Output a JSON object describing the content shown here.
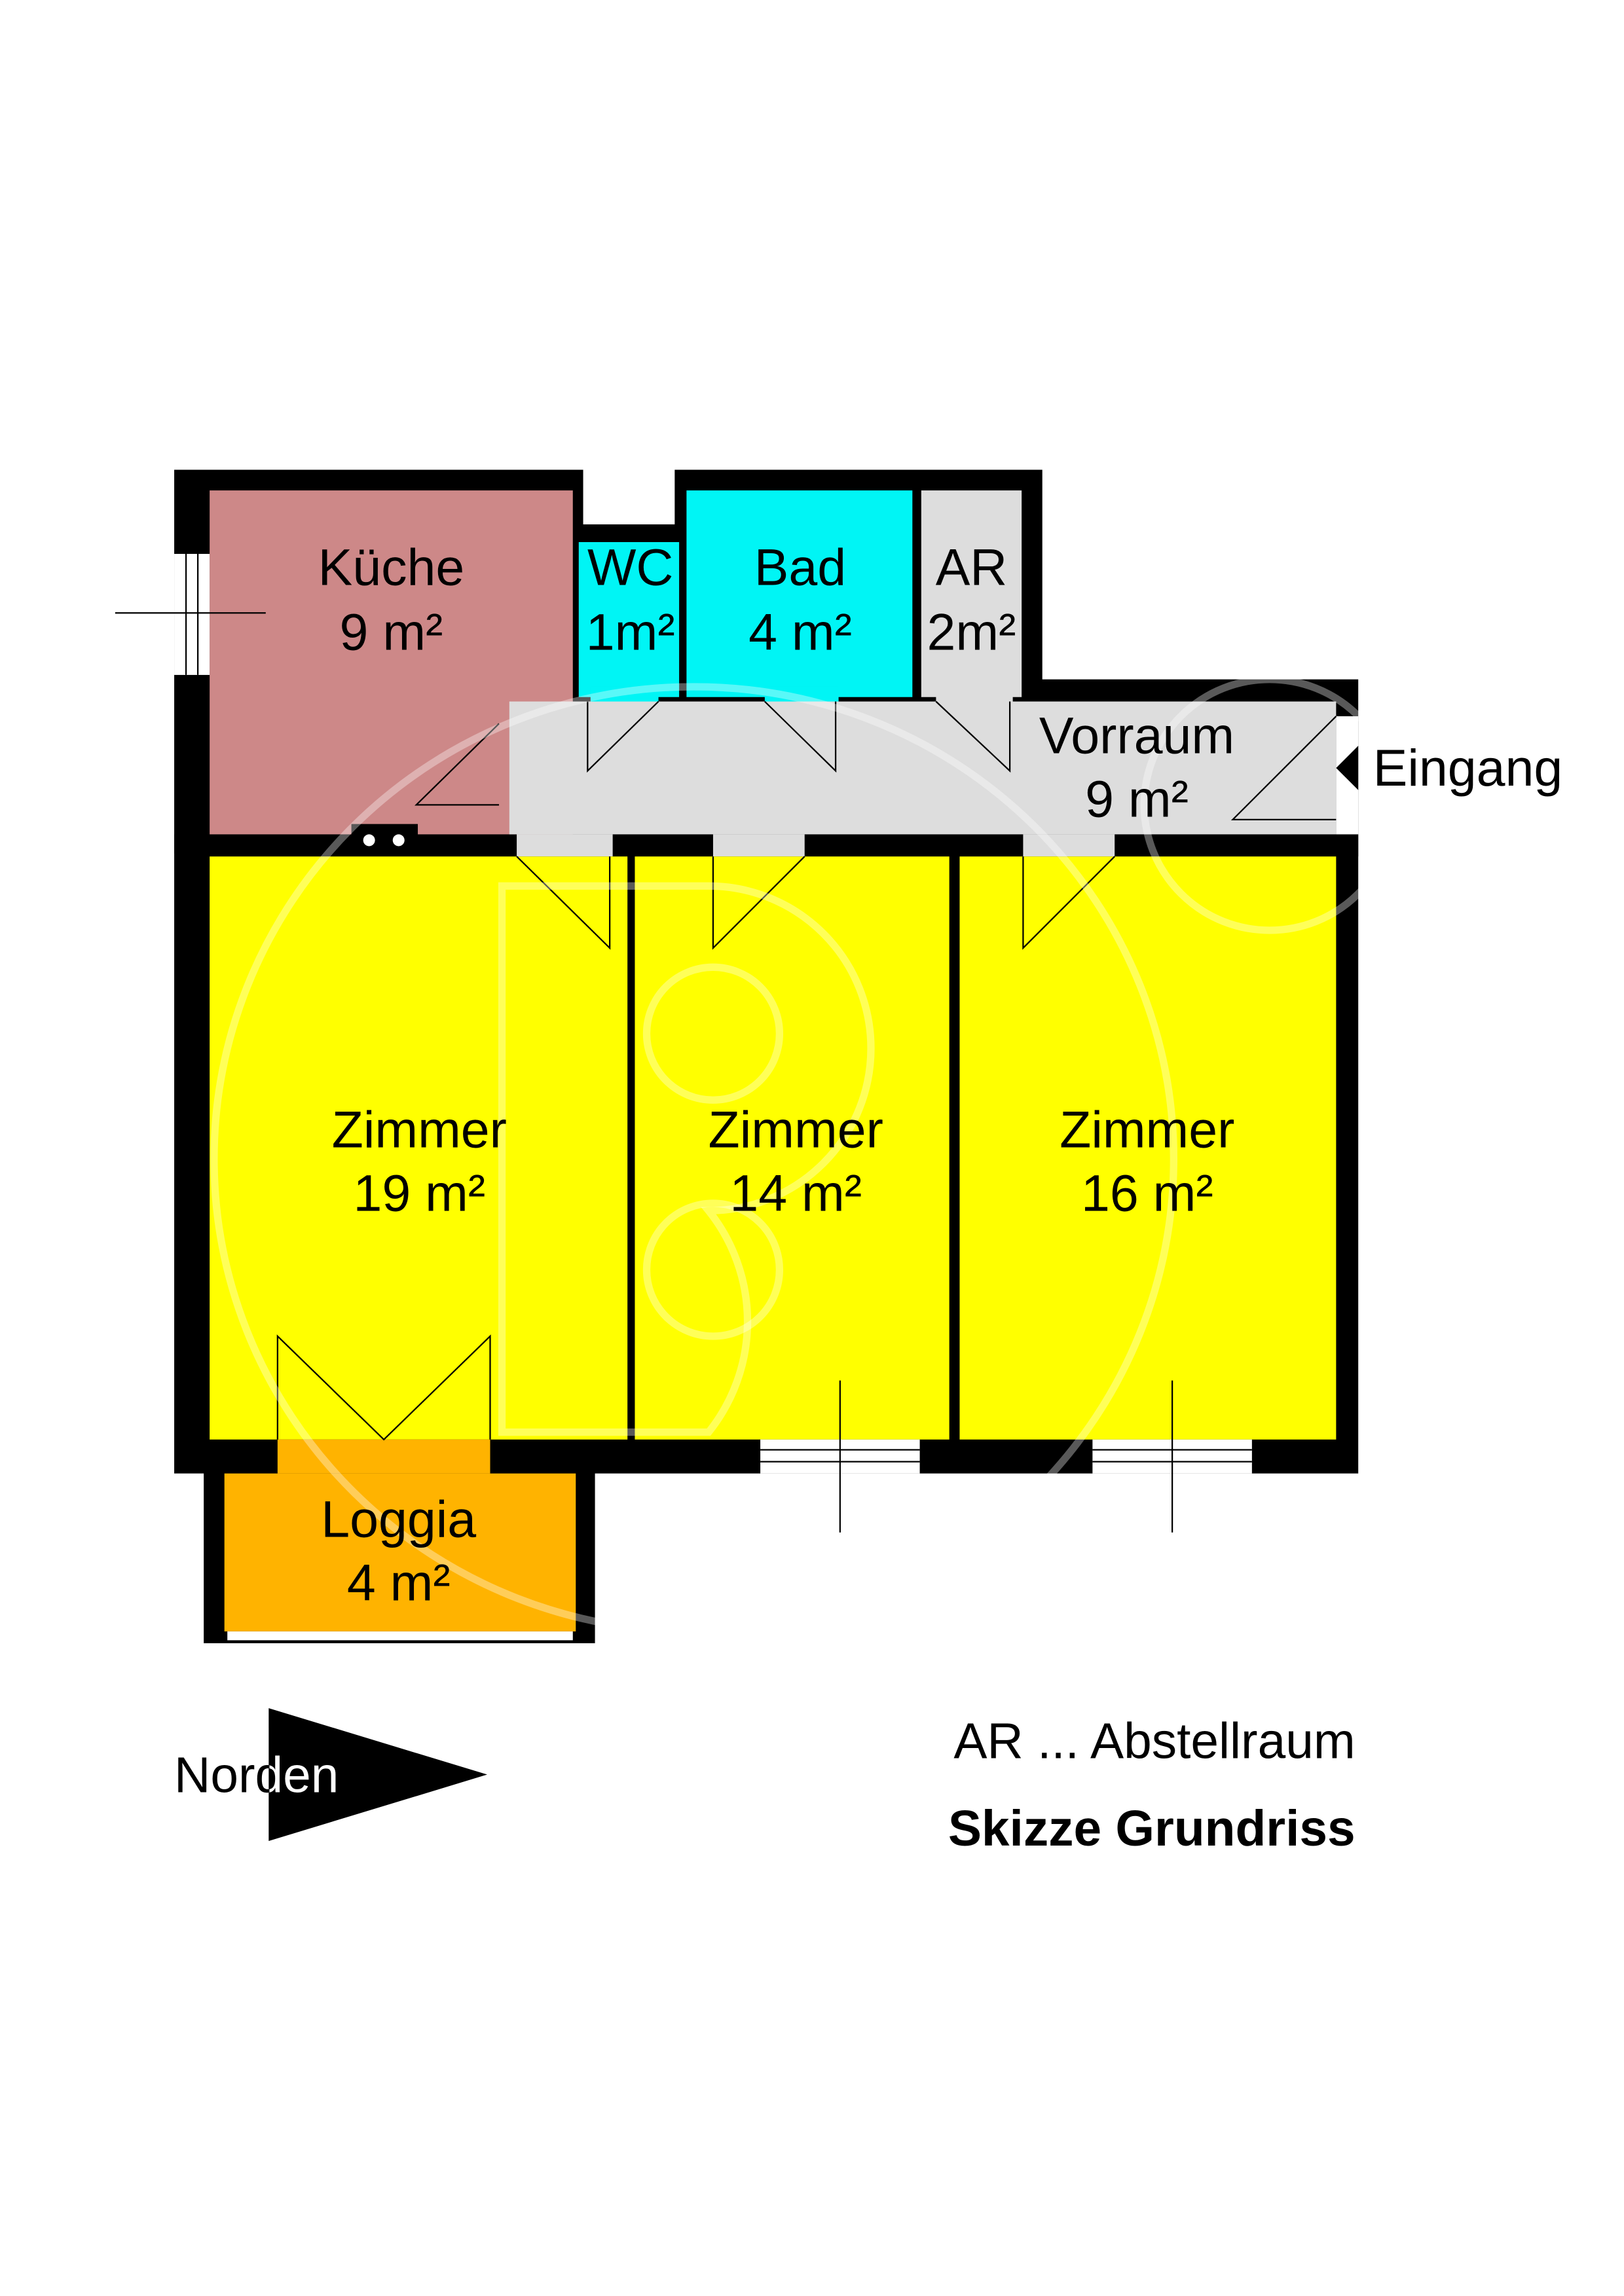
{
  "colors": {
    "wall": "#000000",
    "kitchen": "#CD8888",
    "wet": "#00F5F5",
    "storage": "#DDDDDD",
    "room": "#FFFF00",
    "loggia": "#FFB300"
  },
  "rooms": {
    "kueche": {
      "name": "Küche",
      "area": "9 m²"
    },
    "wc": {
      "name": "WC",
      "area": "1m²"
    },
    "bad": {
      "name": "Bad",
      "area": "4 m²"
    },
    "ar": {
      "name": "AR",
      "area": "2m²"
    },
    "vorraum": {
      "name": "Vorraum",
      "area": "9 m²"
    },
    "zimmer1": {
      "name": "Zimmer",
      "area": "19 m²"
    },
    "zimmer2": {
      "name": "Zimmer",
      "area": "14 m²"
    },
    "zimmer3": {
      "name": "Zimmer",
      "area": "16 m²"
    },
    "loggia": {
      "name": "Loggia",
      "area": "4 m²"
    }
  },
  "entrance_label": "Eingang",
  "north_label": "Norden",
  "legend": "AR ... Abstellraum",
  "title": "Skizze Grundriss"
}
